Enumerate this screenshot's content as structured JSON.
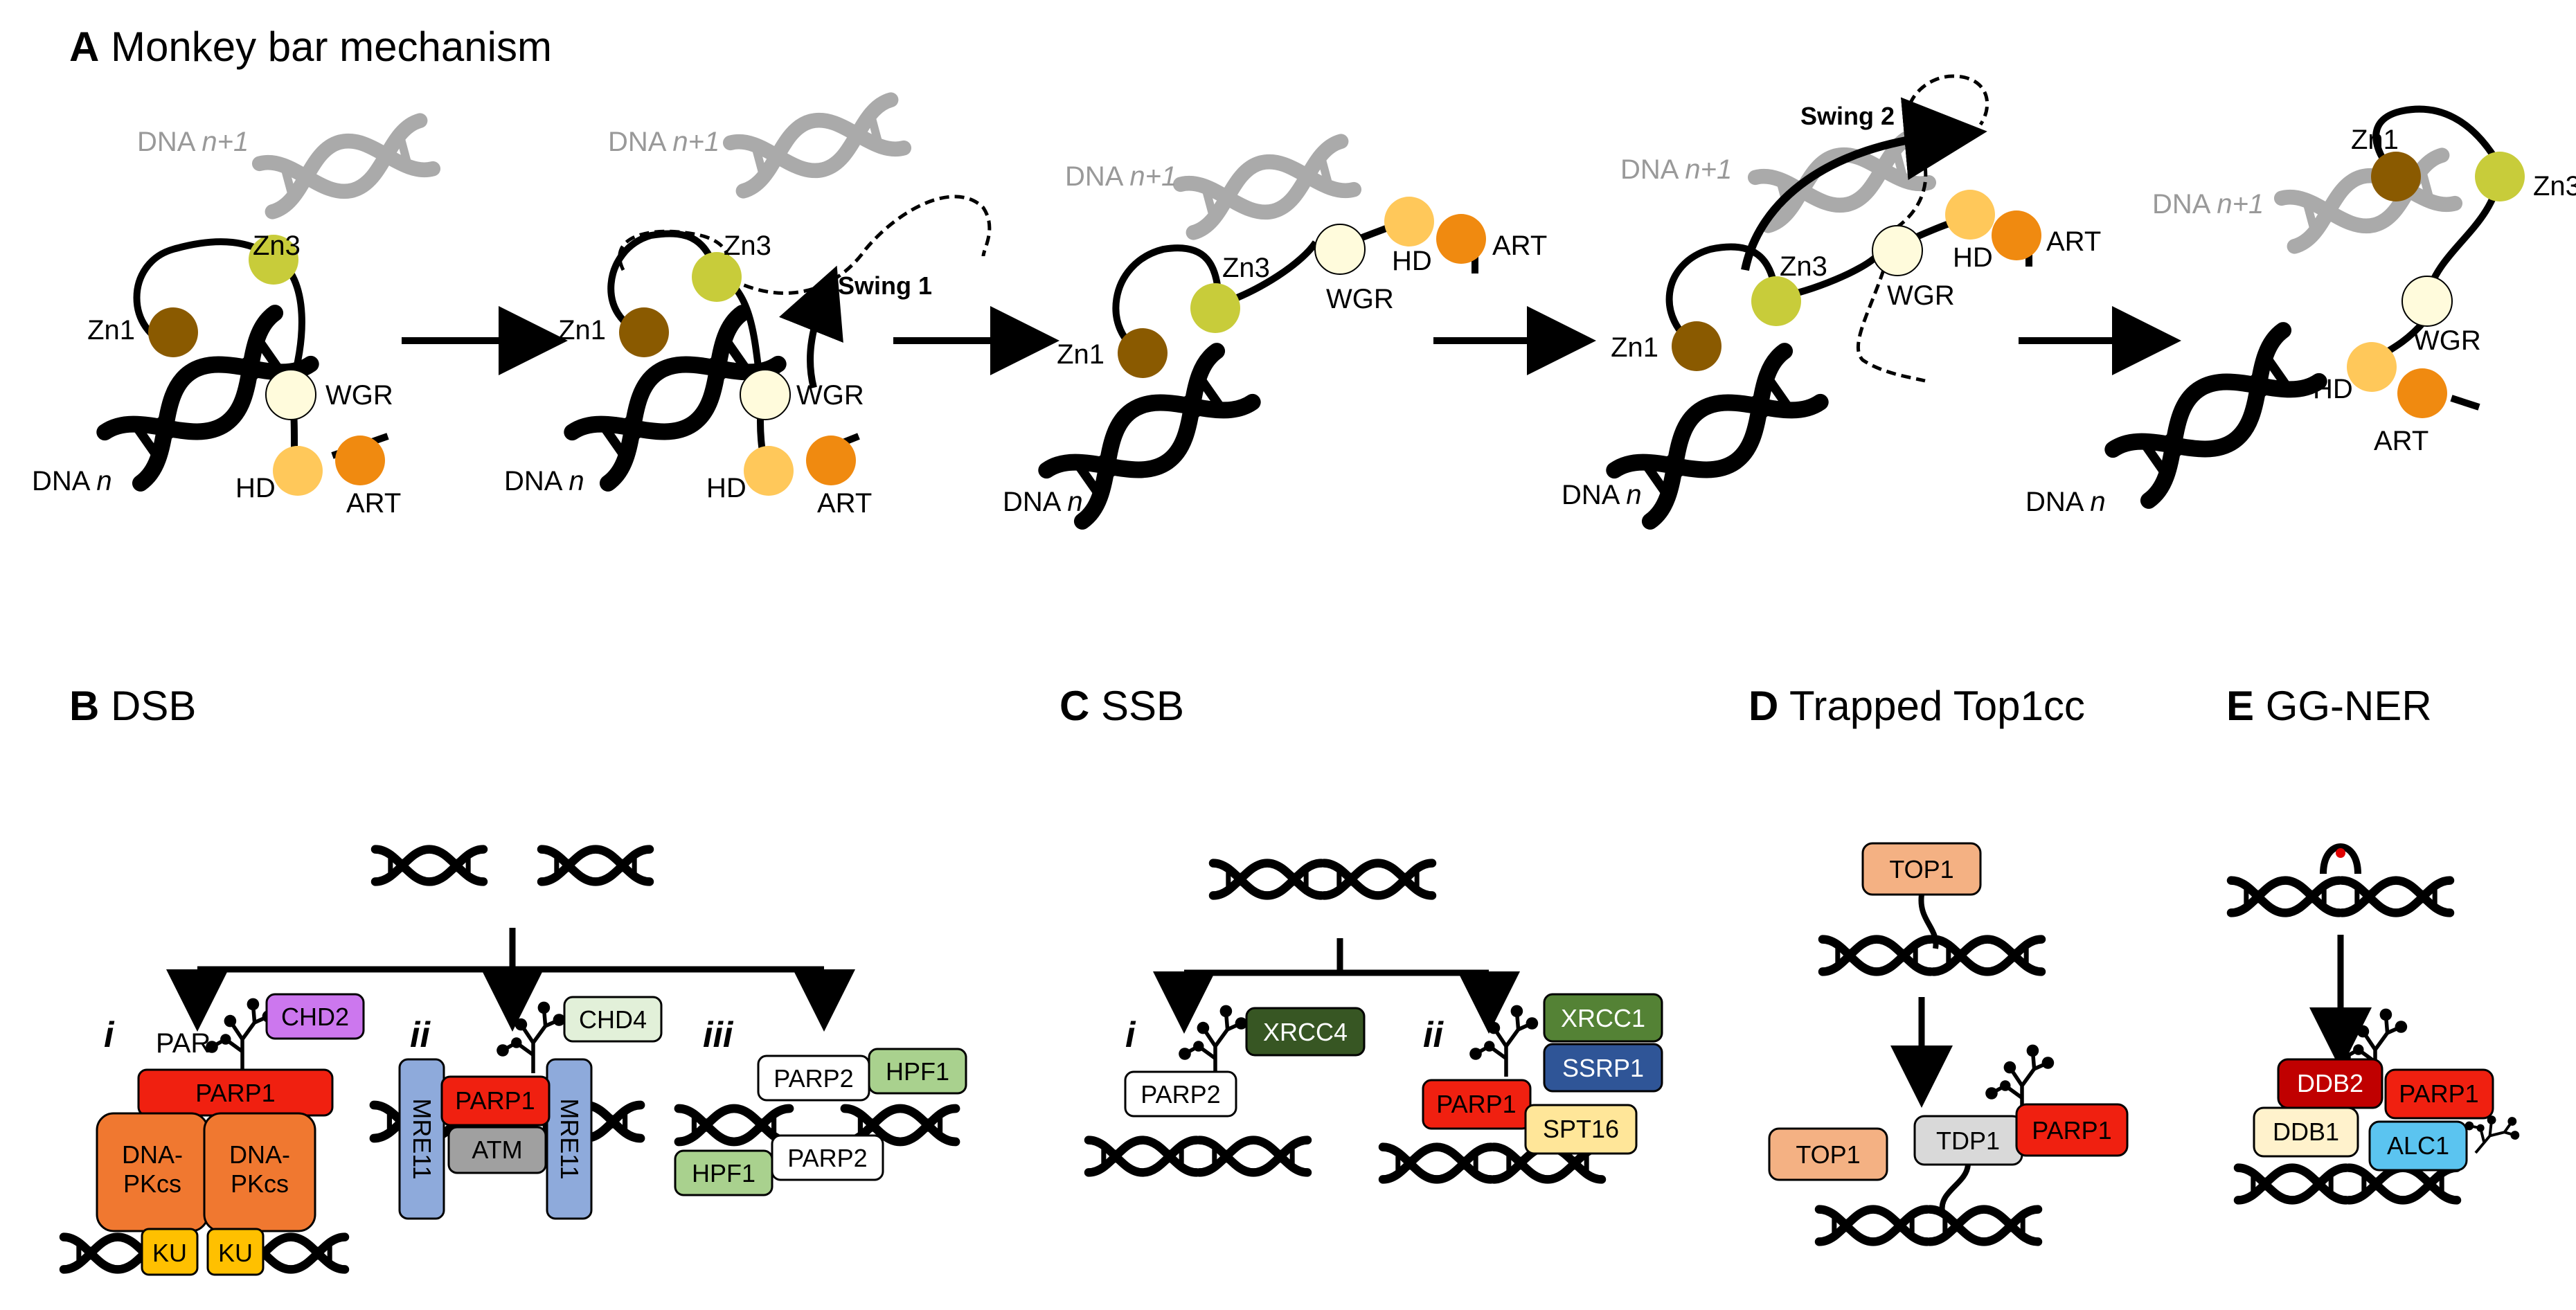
{
  "panel_a": {
    "letter": "A",
    "title": "Monkey bar mechanism",
    "swing1": "Swing 1",
    "swing2": "Swing 2",
    "labels": {
      "zn1": "Zn1",
      "zn3": "Zn3",
      "wgr": "WGR",
      "hd": "HD",
      "art": "ART",
      "dna_n": "DNA",
      "dna_n_italic": "n",
      "dna_n1": "DNA",
      "dna_n1_italic": "n+1"
    }
  },
  "panel_b": {
    "letter": "B",
    "title": "DSB",
    "roman": [
      "i",
      "ii",
      "iii"
    ],
    "par": "PAR",
    "proteins": {
      "chd2": "CHD2",
      "parp1": "PARP1",
      "dnapkcs_l1": "DNA-",
      "dnapkcs_l2": "PKcs",
      "ku": "KU",
      "chd4": "CHD4",
      "mre11": "MRE11",
      "atm": "ATM",
      "parp2": "PARP2",
      "hpf1": "HPF1"
    }
  },
  "panel_c": {
    "letter": "C",
    "title": "SSB",
    "roman": [
      "i",
      "ii"
    ],
    "proteins": {
      "xrcc4": "XRCC4",
      "parp2": "PARP2",
      "xrcc1": "XRCC1",
      "ssrp1": "SSRP1",
      "parp1": "PARP1",
      "spt16": "SPT16"
    }
  },
  "panel_d": {
    "letter": "D",
    "title": "Trapped Top1cc",
    "proteins": {
      "top1": "TOP1",
      "tdp1": "TDP1",
      "parp1": "PARP1"
    }
  },
  "panel_e": {
    "letter": "E",
    "title": "GG-NER",
    "proteins": {
      "ddb2": "DDB2",
      "parp1": "PARP1",
      "ddb1": "DDB1",
      "alc1": "ALC1"
    }
  },
  "colors": {
    "zn1": "#8a5a00",
    "zn3": "#c8cc3a",
    "wgr": "#fffbdc",
    "hd": "#ffc85a",
    "art": "#f08a10",
    "parp1": "#f02010",
    "chd2": "#cc77ee",
    "dnapkcs": "#f07830",
    "ku": "#ffc000",
    "chd4": "#e2f0d9",
    "mre11": "#8eaadb",
    "atm": "#a0a0a0",
    "hpf1": "#a9d18e",
    "xrcc4": "#375623",
    "xrcc1": "#548235",
    "ssrp1": "#2f5597",
    "spt16": "#ffe699",
    "top1": "#f4b183",
    "tdp1": "#d9d9d9",
    "ddb2": "#c00000",
    "ddb1": "#fff2cc",
    "alc1": "#5bc4f0"
  }
}
